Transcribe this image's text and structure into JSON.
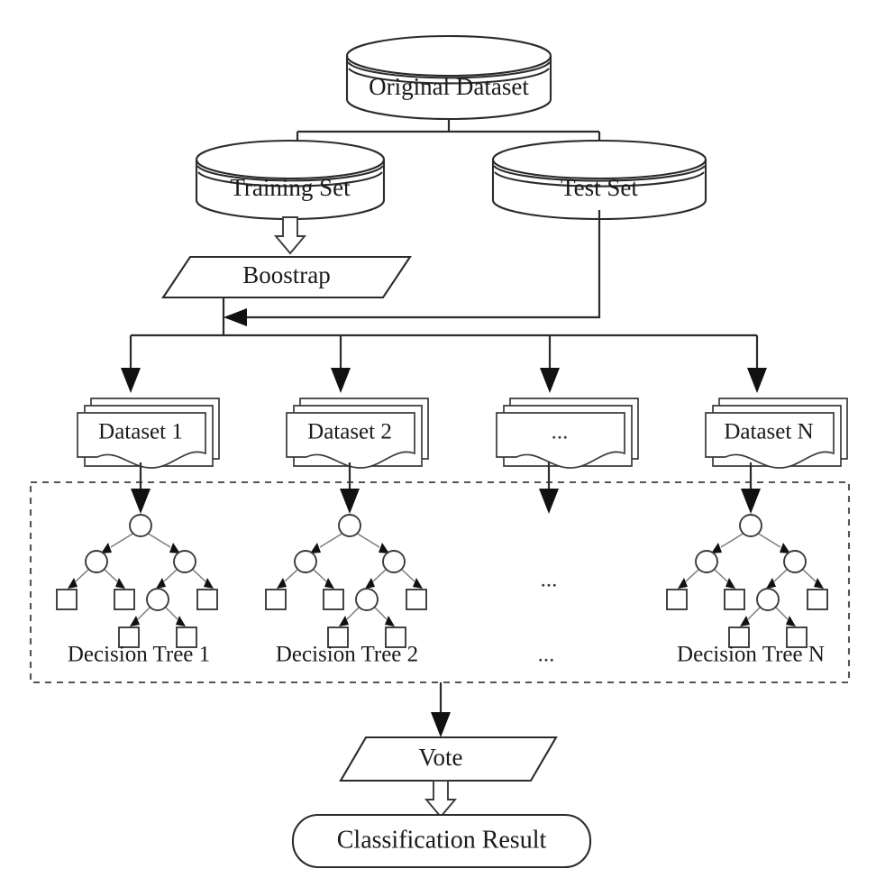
{
  "diagram": {
    "title": "Random Forest Classification Flowchart",
    "type": "flowchart",
    "background_color": "#ffffff",
    "stroke_color": "#2b2b2b",
    "dashed_group_color": "#555555",
    "tree_edge_color": "#7d7d7d"
  },
  "nodes": {
    "original_dataset": {
      "label": "Original Dataset",
      "shape": "cylinder"
    },
    "training_set": {
      "label": "Training Set",
      "shape": "cylinder"
    },
    "test_set": {
      "label": "Test Set",
      "shape": "cylinder"
    },
    "bootstrap": {
      "label": "Boostrap",
      "shape": "parallelogram"
    },
    "vote": {
      "label": "Vote",
      "shape": "parallelogram"
    },
    "classification_result": {
      "label": "Classification Result",
      "shape": "rounded-rectangle"
    }
  },
  "datasets": [
    {
      "label": "Dataset 1",
      "shape": "stacked-document"
    },
    {
      "label": "Dataset 2",
      "shape": "stacked-document"
    },
    {
      "label": "...",
      "shape": "stacked-document"
    },
    {
      "label": "Dataset N",
      "shape": "stacked-document"
    }
  ],
  "trees": [
    {
      "label": "Decision Tree 1",
      "has_tree": true
    },
    {
      "label": "Decision Tree 2",
      "has_tree": true
    },
    {
      "label": "...",
      "has_tree": false
    },
    {
      "label": "Decision Tree N",
      "has_tree": true
    }
  ],
  "ellipsis": "...",
  "arrows": {
    "original_to_training": "solid-line",
    "original_to_test": "solid-line",
    "training_to_bootstrap": "hollow-block-arrow-down",
    "test_to_fanout": "solid-arrow-left",
    "bootstrap_to_datasets": "solid-arrow-down",
    "dataset_to_tree": "solid-arrow-down",
    "trees_to_vote": "solid-arrow-down",
    "vote_to_result": "hollow-block-arrow-down"
  }
}
